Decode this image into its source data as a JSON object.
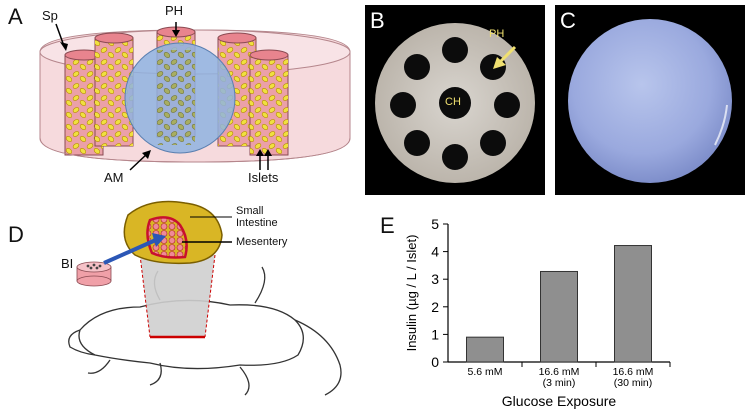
{
  "figure": {
    "panel_labels": [
      "A",
      "B",
      "C",
      "D",
      "E"
    ]
  },
  "panel_a": {
    "labels": {
      "sp": "Sp",
      "ph": "PH",
      "am": "AM",
      "islets": "Islets"
    },
    "colors": {
      "device": "#f3d3d8",
      "pore": "#e8848e",
      "am": "#8fb3e0",
      "islet": "#f0e040"
    }
  },
  "panel_b": {
    "labels": {
      "ph": "PH",
      "ch": "CH"
    }
  },
  "panel_d": {
    "labels": {
      "bi": "BI",
      "small_intestine": "Small Intestine",
      "mesentery": "Mesentery"
    },
    "colors": {
      "intestine": "#d9b625",
      "mesentery": "#e23a4a",
      "bi": "#f0a0a8"
    }
  },
  "chart_data": {
    "type": "bar",
    "categories": [
      "5.6 mM",
      "16.6 mM\n(3 min)",
      "16.6 mM\n(30 min)"
    ],
    "category_lines": [
      [
        "5.6 mM"
      ],
      [
        "16.6 mM",
        "(3 min)"
      ],
      [
        "16.6 mM",
        "(30 min)"
      ]
    ],
    "values": [
      0.9,
      3.28,
      4.22
    ],
    "xlabel": "Glucose Exposure",
    "ylabel": "Insulin (µg / L / Islet)",
    "ylim": [
      0,
      5
    ],
    "yticks": [
      "0",
      "1",
      "2",
      "3",
      "4",
      "5"
    ],
    "grid": false,
    "bar_color": "#8f8f8f"
  }
}
